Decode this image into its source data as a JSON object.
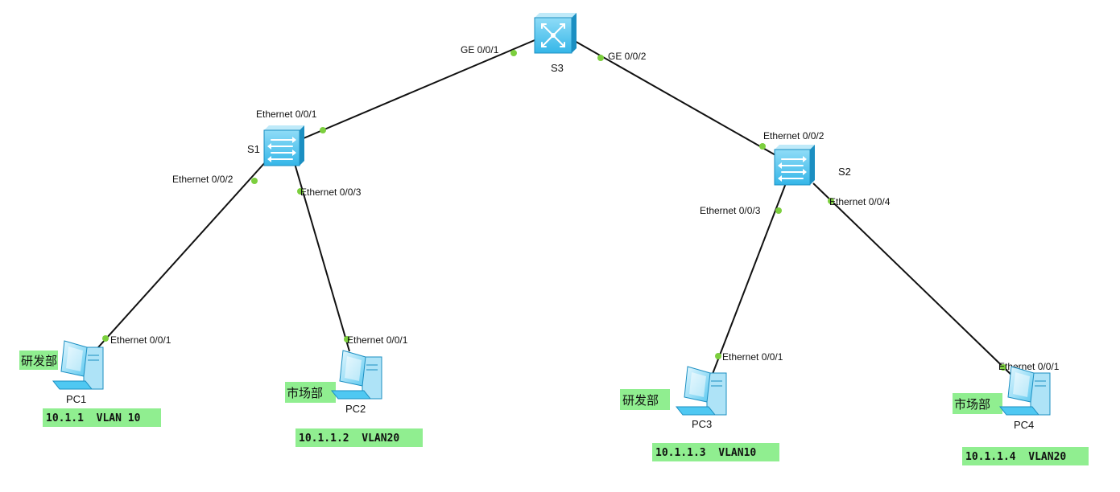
{
  "colors": {
    "link": "#111111",
    "port_dot": "#7ccf3e",
    "tag_bg": "#90ee90",
    "device_face": "#4fc8f2",
    "device_light": "#bfeaf9",
    "device_dark": "#1b8fc2"
  },
  "devices": {
    "s3": {
      "name": "S3",
      "icon": "core-switch-icon"
    },
    "s1": {
      "name": "S1",
      "icon": "access-switch-icon"
    },
    "s2": {
      "name": "S2",
      "icon": "access-switch-icon"
    },
    "pc1": {
      "name": "PC1",
      "icon": "pc-icon",
      "dept": "研发部",
      "tag": "10.1.1  VLAN 10"
    },
    "pc2": {
      "name": "PC2",
      "icon": "pc-icon",
      "dept": "市场部",
      "tag": "10.1.1.2  VLAN20"
    },
    "pc3": {
      "name": "PC3",
      "icon": "pc-icon",
      "dept": "研发部",
      "tag": "10.1.1.3  VLAN10"
    },
    "pc4": {
      "name": "PC4",
      "icon": "pc-icon",
      "dept": "市场部",
      "tag": "10.1.1.4  VLAN20"
    }
  },
  "links": [
    {
      "a": "s3",
      "a_port": "GE 0/0/1",
      "b": "s1",
      "b_port": "Ethernet 0/0/1"
    },
    {
      "a": "s3",
      "a_port": "GE 0/0/2",
      "b": "s2",
      "b_port": "Ethernet 0/0/2"
    },
    {
      "a": "s1",
      "a_port": "Ethernet 0/0/2",
      "b": "pc1",
      "b_port": "Ethernet 0/0/1"
    },
    {
      "a": "s1",
      "a_port": "Ethernet 0/0/3",
      "b": "pc2",
      "b_port": "Ethernet 0/0/1"
    },
    {
      "a": "s2",
      "a_port": "Ethernet 0/0/3",
      "b": "pc3",
      "b_port": "Ethernet 0/0/1"
    },
    {
      "a": "s2",
      "a_port": "Ethernet 0/0/4",
      "b": "pc4",
      "b_port": "Ethernet 0/0/1"
    }
  ]
}
